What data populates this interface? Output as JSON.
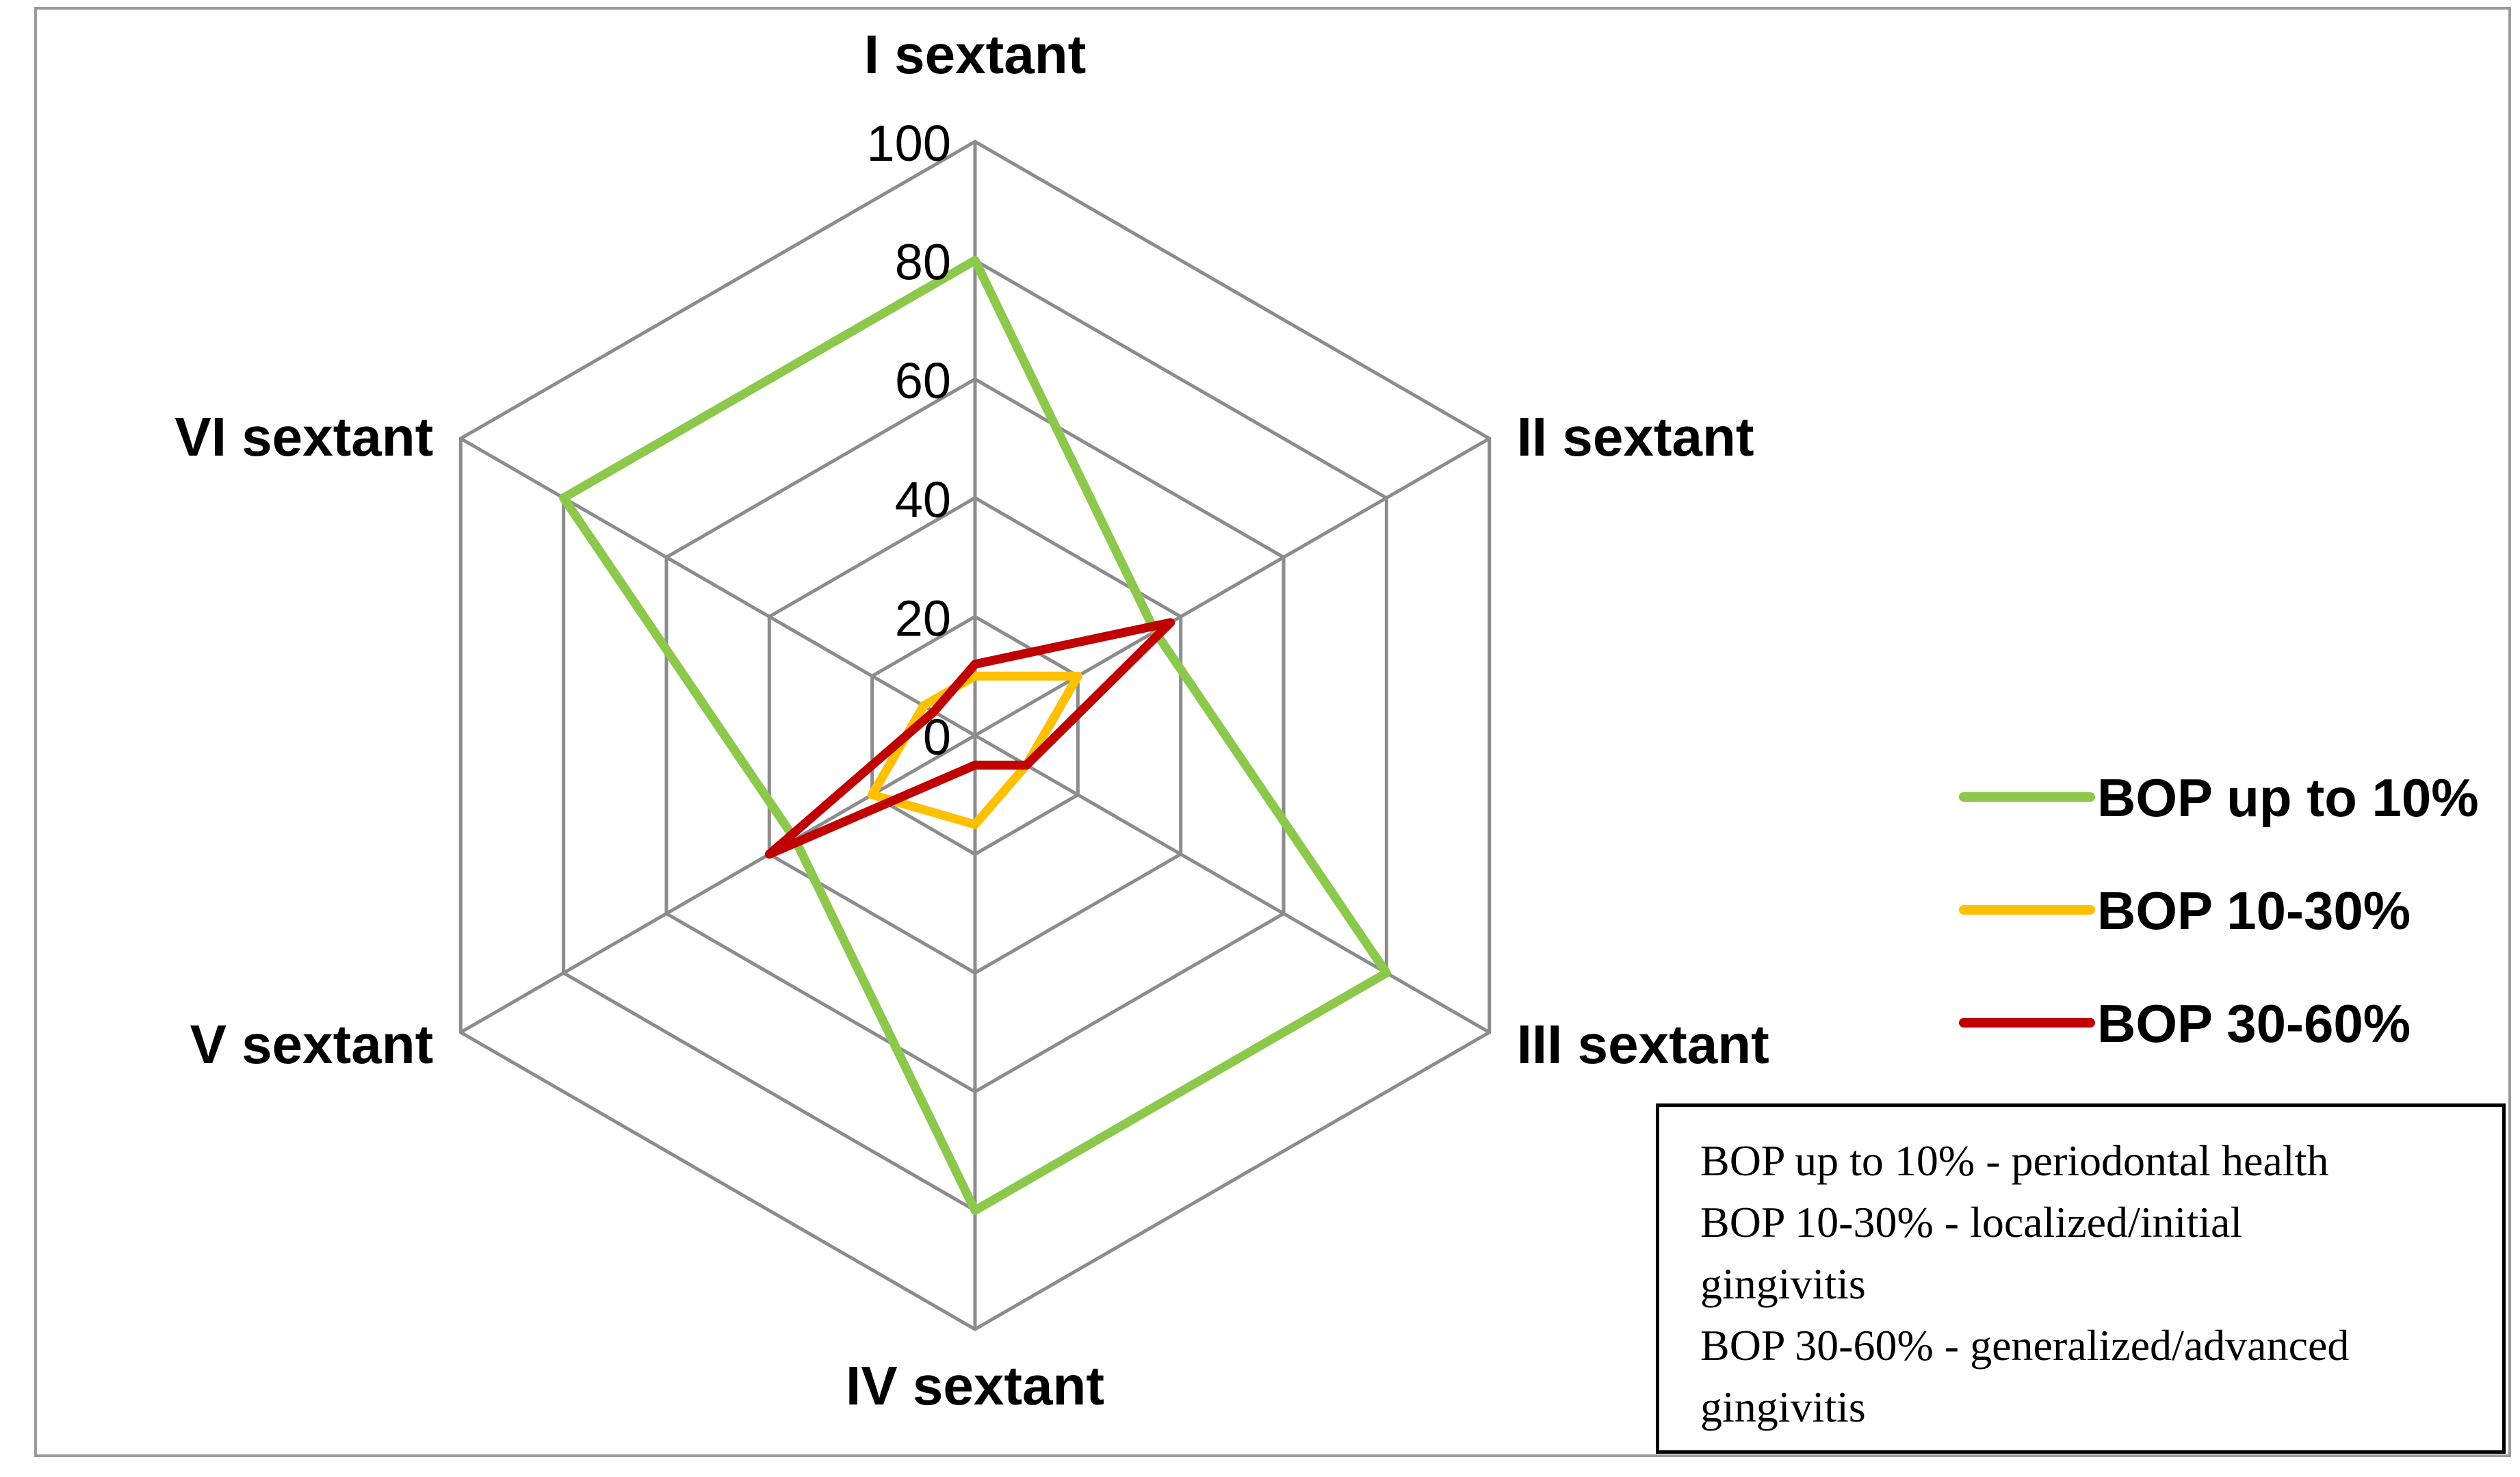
{
  "chart_data": {
    "type": "radar",
    "title": "",
    "axes": [
      "I sextant",
      "II sextant",
      "III sextant",
      "IV sextant",
      "V sextant",
      "VI sextant"
    ],
    "rlim": [
      0,
      100
    ],
    "ticks": [
      "0",
      "20",
      "40",
      "60",
      "80",
      "100"
    ],
    "grid": true,
    "legend_position": "right",
    "series": [
      {
        "name": "BOP up to 10%",
        "color": "#8cc84b",
        "values": [
          80,
          35,
          80,
          80,
          35,
          80
        ]
      },
      {
        "name": "BOP 10-30%",
        "color": "#ffc000",
        "values": [
          10,
          20,
          10,
          15,
          20,
          10
        ]
      },
      {
        "name": "BOP 30-60%",
        "color": "#c00000",
        "values": [
          12,
          38,
          10,
          5,
          40,
          8
        ]
      }
    ]
  },
  "notes": [
    "BOP up to 10% - periodontal health",
    "BOP 10-30% - localized/initial",
    "gingivitis",
    "BOP 30-60% - generalized/advanced",
    "gingivitis"
  ]
}
